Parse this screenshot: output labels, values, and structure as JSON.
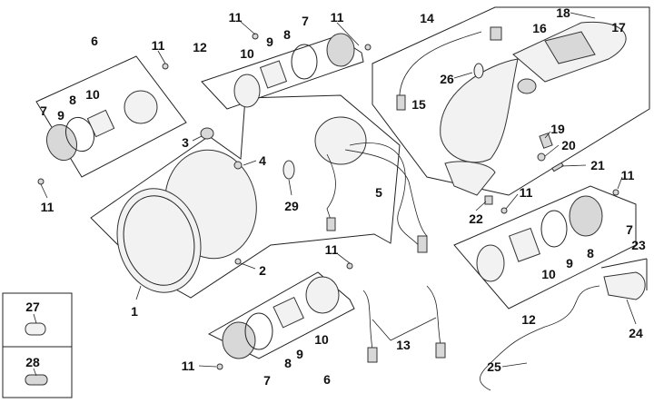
{
  "callouts": [
    "11",
    "6",
    "11",
    "7",
    "9",
    "8",
    "10",
    "11",
    "12",
    "10",
    "9",
    "8",
    "7",
    "11",
    "14",
    "18",
    "17",
    "16",
    "26",
    "15",
    "3",
    "4",
    "29",
    "5",
    "19",
    "20",
    "21",
    "11",
    "11",
    "22",
    "2",
    "1",
    "11",
    "23",
    "7",
    "9",
    "8",
    "10",
    "12",
    "24",
    "27",
    "28",
    "11",
    "6",
    "7",
    "8",
    "9",
    "10",
    "13",
    "25"
  ]
}
